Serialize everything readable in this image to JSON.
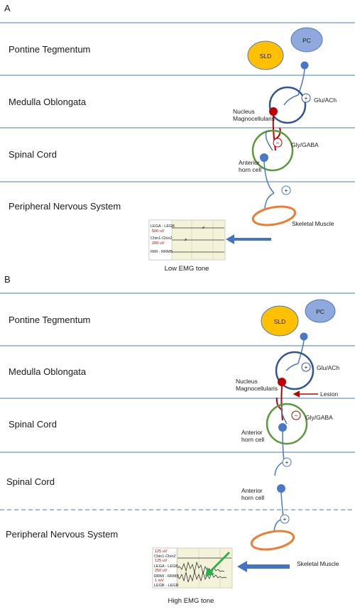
{
  "panel_a": {
    "letter": "A",
    "rows": [
      "Pontine Tegmentum",
      "Medulla Oblongata",
      "Spinal Cord",
      "Peripheral Nervous System"
    ],
    "sld": "SLD",
    "pc": "PC",
    "glu": "Glu/ACh",
    "nucleus_line1": "Nucleus",
    "nucleus_line2": "Magnocellularis",
    "gly": "Gly/GABA",
    "horn_line1": "Anterior",
    "horn_line2": "horn cell",
    "muscle": "Skeletal Muscle",
    "emg_caption": "Low EMG tone",
    "emg_ch1": "LEGA - LEGB",
    "emg_v1": "500 uV",
    "emg_ch2": "Chin1-Chin2",
    "emg_v2": "200 uV",
    "emg_ch3": "RMI - RRMB"
  },
  "panel_b": {
    "letter": "B",
    "rows": [
      "Pontine Tegmentum",
      "Medulla Oblongata",
      "Spinal Cord",
      "Spinal Cord",
      "Peripheral Nervous System"
    ],
    "sld": "SLD",
    "pc": "PC",
    "glu": "Glu/ACh",
    "nucleus_line1": "Nucleus",
    "nucleus_line2": "Magnocellularis",
    "lesion": "Lesion",
    "gly": "Gly/GABA",
    "horn_line1": "Anterior",
    "horn_line2": "horn cell",
    "horn2_line1": "Anterior",
    "horn2_line2": "horn cell",
    "muscle": "Skeletal Muscle",
    "emg_caption": "High EMG tone",
    "emg_v0": "125 uV",
    "emg_ch1": "Chin1-Chin2",
    "emg_v1": "125 uV",
    "emg_ch2": "LEGA - LEGB",
    "emg_v2": "250 uV",
    "emg_ch3": "RRMI - RRMB",
    "emg_v3": "1 mV",
    "emg_ch4": "LEGB - LEGR"
  },
  "colors": {
    "divider": "#4a7ac0",
    "neuron": "#4a78c8",
    "red": "#c00000",
    "sld": "#ffc000",
    "pc": "#8fa9dc",
    "muscle": "#ed7d31",
    "green_circle": "#5a9a3a",
    "blue_circle": "#2f5597",
    "green_arrow": "#2db04b"
  }
}
